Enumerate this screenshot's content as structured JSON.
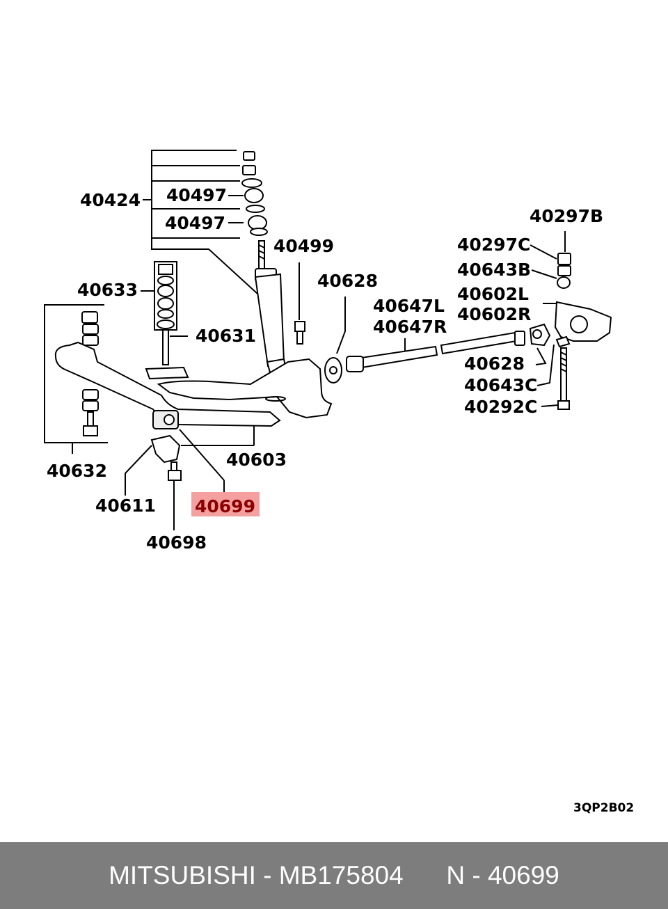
{
  "diagram": {
    "drawing_code": "3QP2B02",
    "highlight_color": "#f4a0a0",
    "callouts": {
      "p40424": "40424",
      "p40497a": "40497",
      "p40497b": "40497",
      "p40499": "40499",
      "p40633": "40633",
      "p40631": "40631",
      "p40628a": "40628",
      "p40647L": "40647L",
      "p40647R": "40647R",
      "p40297B": "40297B",
      "p40297C": "40297C",
      "p40643B": "40643B",
      "p40602L": "40602L",
      "p40602R": "40602R",
      "p40628b": "40628",
      "p40643C": "40643C",
      "p40292C": "40292C",
      "p40603": "40603",
      "p40632": "40632",
      "p40611": "40611",
      "p40699": "40699",
      "p40698": "40698"
    }
  },
  "footer": {
    "text": "MITSUBISHI - MB175804      N - 40699"
  }
}
